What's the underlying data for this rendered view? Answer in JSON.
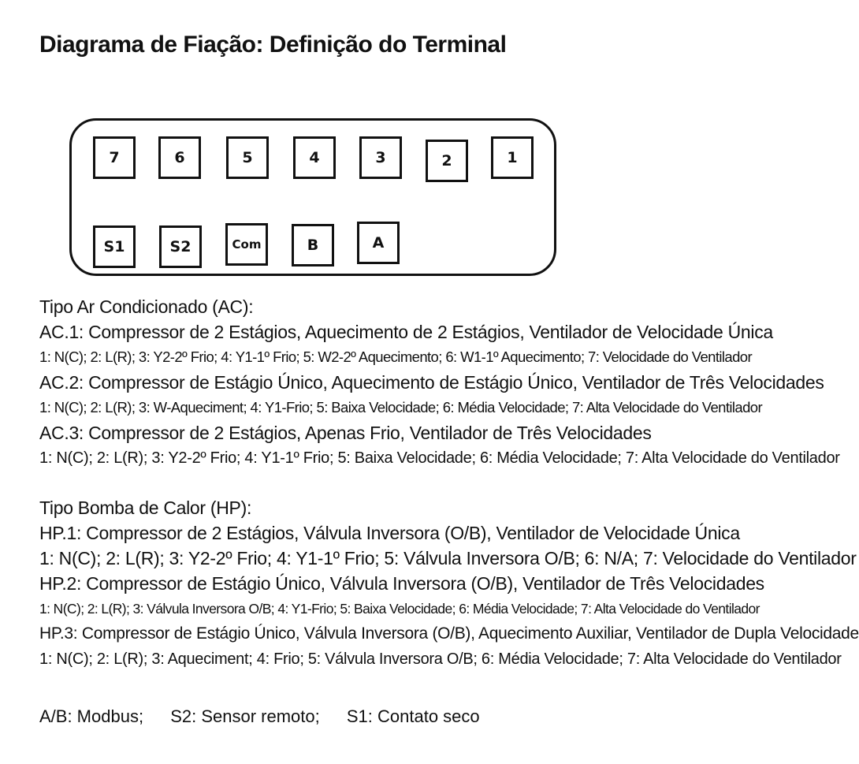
{
  "title": "Diagrama de Fiação: Definição do Terminal",
  "terminals": {
    "top_row": [
      "7",
      "6",
      "5",
      "4",
      "3",
      "2",
      "1"
    ],
    "bottom_row": [
      "S1",
      "S2",
      "Com",
      "B",
      "A"
    ]
  },
  "ac": {
    "heading": "Tipo Ar Condicionado (AC):",
    "modes": [
      {
        "name": "AC.1: Compressor de 2 Estágios, Aquecimento de 2 Estágios, Ventilador de Velocidade Única",
        "pins": "1: N(C); 2: L(R); 3: Y2-2º Frio; 4: Y1-1º Frio; 5: W2-2º Aquecimento; 6: W1-1º Aquecimento; 7: Velocidade do Ventilador"
      },
      {
        "name": "AC.2: Compressor de Estágio Único, Aquecimento de Estágio Único, Ventilador de Três Velocidades",
        "pins": "1: N(C); 2: L(R); 3: W-Aqueciment; 4: Y1-Frio; 5: Baixa Velocidade; 6: Média Velocidade; 7: Alta Velocidade do Ventilador"
      },
      {
        "name": "AC.3: Compressor de 2 Estágios, Apenas Frio, Ventilador de Três Velocidades",
        "pins": "1: N(C); 2: L(R); 3: Y2-2º Frio; 4: Y1-1º Frio; 5: Baixa Velocidade; 6: Média Velocidade; 7: Alta Velocidade do Ventilador"
      }
    ]
  },
  "hp": {
    "heading": "Tipo Bomba de Calor (HP):",
    "modes": [
      {
        "name": "HP.1: Compressor de 2 Estágios, Válvula Inversora (O/B), Ventilador de Velocidade Única",
        "pins": "1: N(C); 2: L(R); 3: Y2-2º Frio; 4: Y1-1º Frio; 5: Válvula Inversora O/B; 6: N/A; 7: Velocidade do Ventilador"
      },
      {
        "name": "HP.2: Compressor de Estágio Único, Válvula Inversora (O/B), Ventilador de Três Velocidades",
        "pins": "1: N(C); 2: L(R); 3: Válvula Inversora O/B; 4: Y1-Frio; 5: Baixa Velocidade; 6: Média Velocidade; 7: Alta Velocidade do Ventilador"
      },
      {
        "name": "HP.3: Compressor de Estágio Único, Válvula Inversora (O/B), Aquecimento Auxiliar, Ventilador de Dupla Velocidade",
        "pins": "1: N(C); 2: L(R); 3: Aqueciment; 4: Frio; 5: Válvula Inversora O/B; 6: Média Velocidade; 7: Alta Velocidade do Ventilador"
      }
    ]
  },
  "legend": {
    "ab": "A/B: Modbus;",
    "s2": "S2: Sensor remoto;",
    "s1": "S1: Contato seco"
  }
}
